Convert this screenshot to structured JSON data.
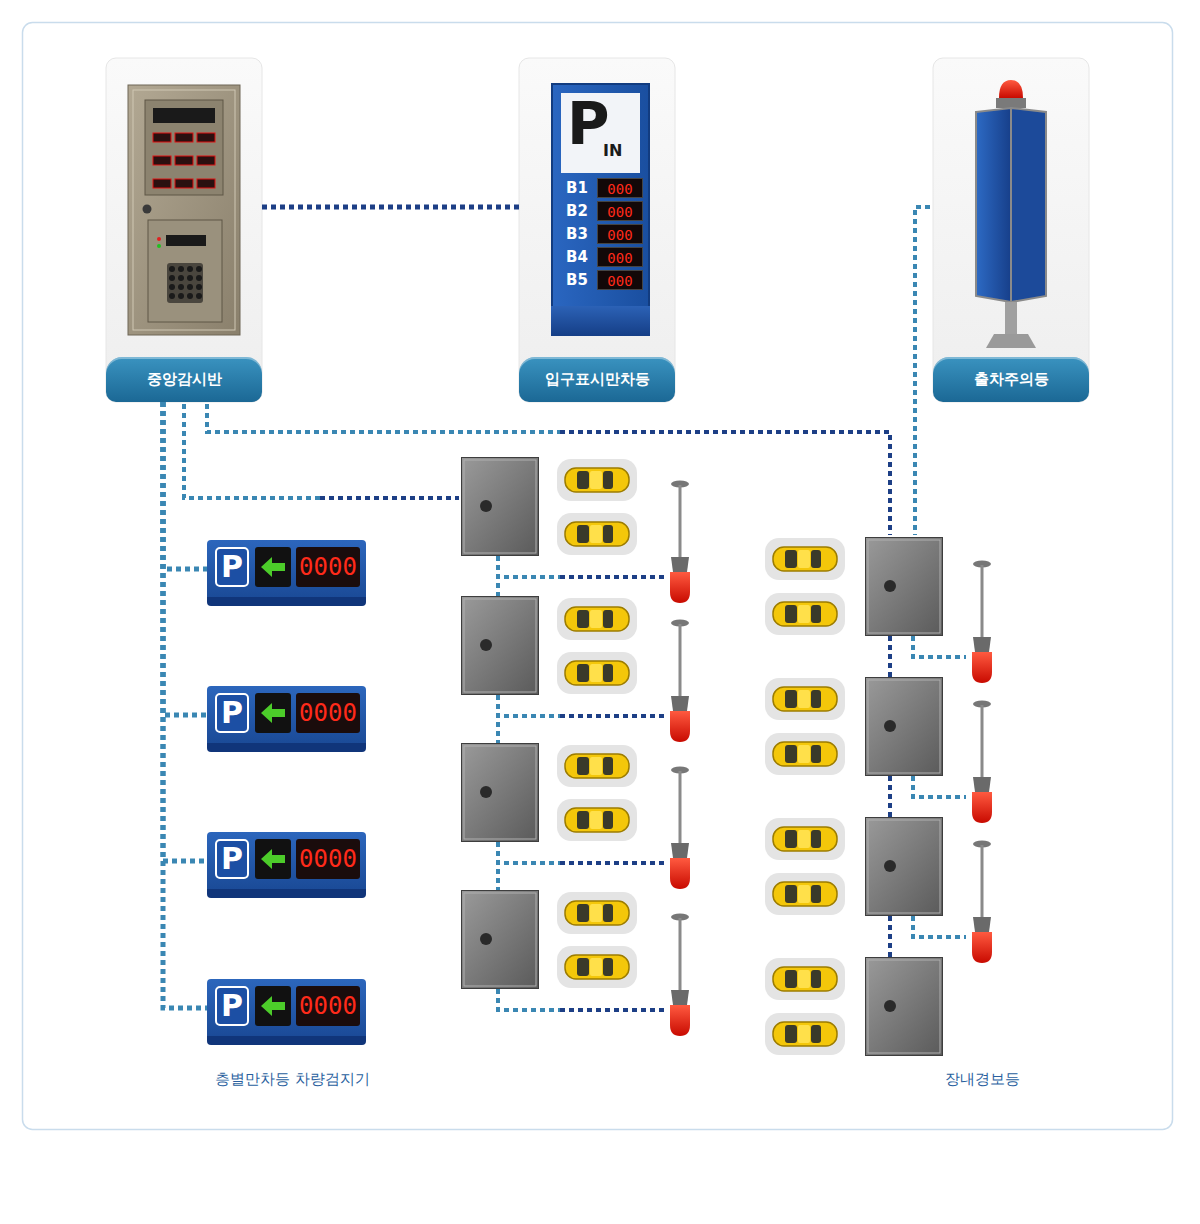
{
  "diagram": {
    "nodes": [
      {
        "text": [
          "중앙감시반"
        ]
      },
      {
        "text": [
          "입구표시만차등"
        ]
      },
      {
        "text": [
          "P",
          "IN",
          "B1",
          "000",
          "B2",
          "000",
          "B3",
          "000",
          "B4",
          "000",
          "B5",
          "000"
        ],
        "in": 1
      },
      {
        "text": [
          "출차주의등"
        ]
      },
      {
        "text": [
          "P",
          "0000"
        ]
      },
      {
        "text": [
          "P",
          "0000"
        ]
      },
      {
        "text": [
          "P",
          "0000"
        ]
      },
      {
        "text": [
          "P",
          "0000"
        ]
      }
    ],
    "edges": [
      {
        "from": 0,
        "to": 1,
        "arrow": "none"
      },
      {
        "from": 0,
        "to": 4,
        "arrow": "none"
      },
      {
        "from": 0,
        "to": 5,
        "arrow": "none"
      },
      {
        "from": 0,
        "to": 6,
        "arrow": "none"
      },
      {
        "from": 0,
        "to": 7,
        "arrow": "none"
      }
    ],
    "labels": [
      "층별만차등 차량검지기",
      "장내경보등"
    ]
  }
}
